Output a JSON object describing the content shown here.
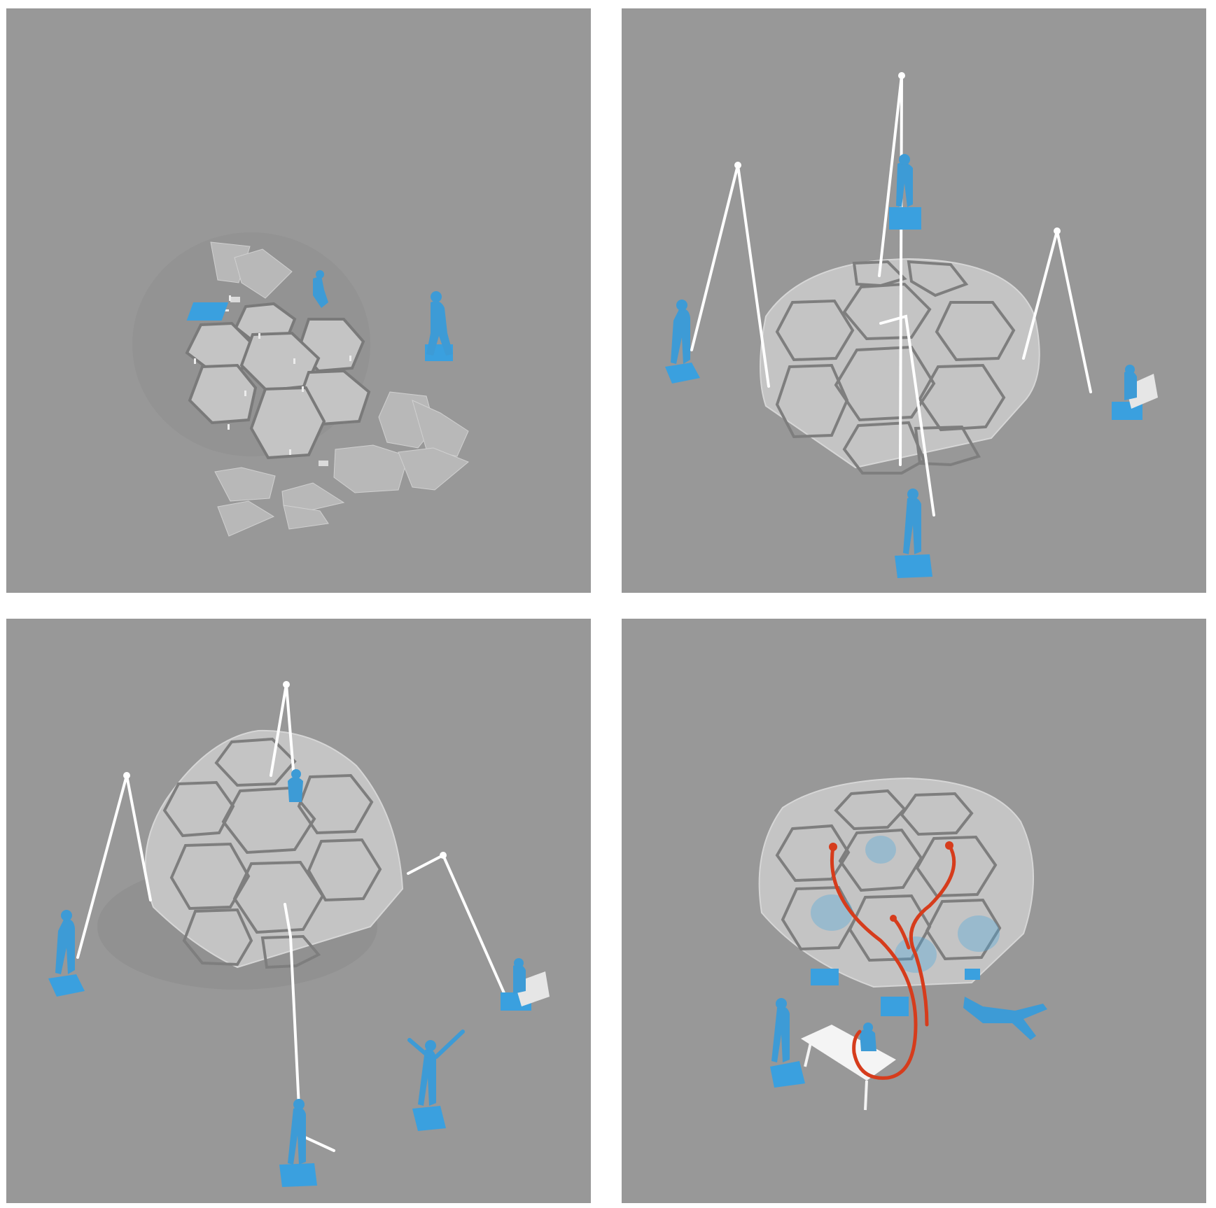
{
  "scene": {
    "background_color": "#989898",
    "panel_gap_color": "#ffffff",
    "panel_count": 4
  },
  "colors": {
    "panel": "#c4c4c4",
    "panel_edge": "#d6d6d6",
    "seam": "#808080",
    "figure": "#3d9bd6",
    "figure_base": "#3aa0df",
    "cable": "#ffffff",
    "drawing": "#d63c1c",
    "table": "#f4f4f4"
  },
  "panels": [
    {
      "id": "scattered-tiles",
      "figures": 2,
      "hex_tiles_assembled": 7,
      "loose_tiles": 12
    },
    {
      "id": "dome-raised-by-cables",
      "figures": 4,
      "cables": 4
    },
    {
      "id": "dome-tilted-by-cables",
      "figures": 5,
      "cables": 4
    },
    {
      "id": "dome-with-drawn-pattern",
      "figures": 6,
      "drawn_curves": 4
    }
  ]
}
